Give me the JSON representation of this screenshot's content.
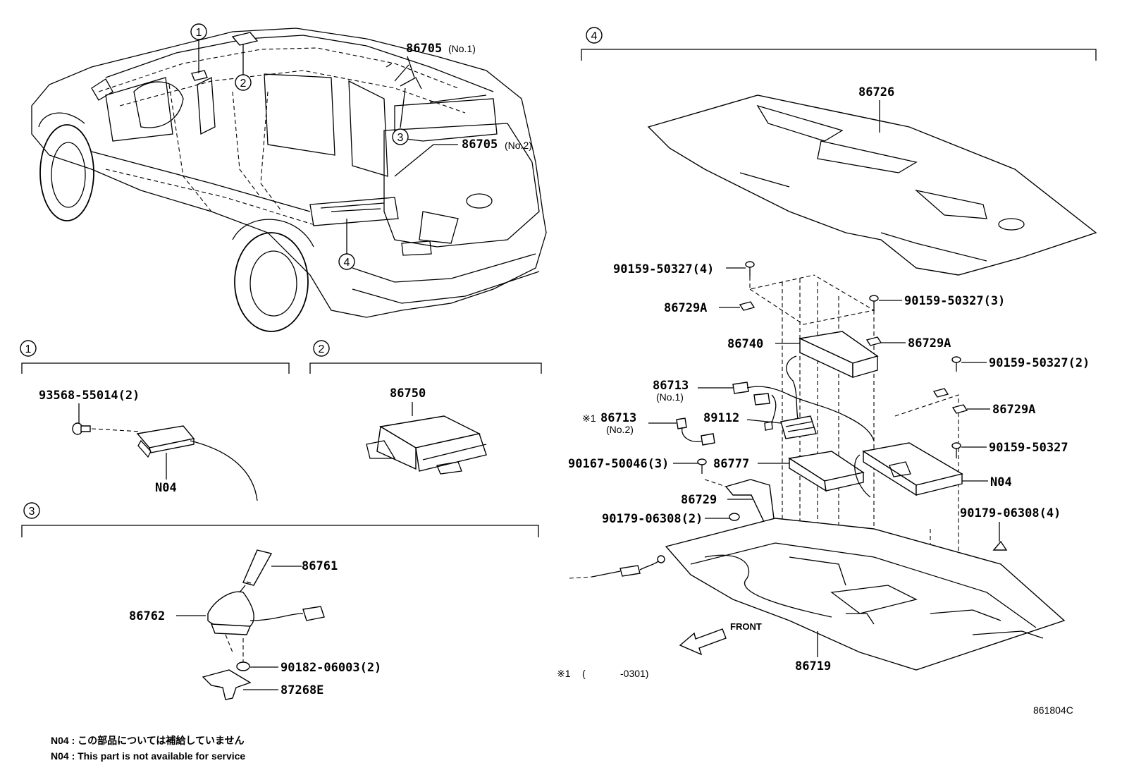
{
  "figure_code": "861804C",
  "sections": [
    {
      "id": "s1",
      "marker": "1"
    },
    {
      "id": "s2",
      "marker": "2"
    },
    {
      "id": "s3",
      "marker": "3"
    },
    {
      "id": "s4",
      "marker": "4"
    }
  ],
  "vehicle_markers": [
    "1",
    "2",
    "3",
    "4"
  ],
  "vehicle_labels": {
    "antenna_no1": {
      "part": "86705",
      "suffix": "(No.1)"
    },
    "antenna_no2": {
      "part": "86705",
      "suffix": "(No.2)"
    }
  },
  "section1": {
    "bolt": "93568-55014(2)",
    "unit": "N04"
  },
  "section2": {
    "unit": "86750"
  },
  "section3": {
    "rod": "86761",
    "base": "86762",
    "nut": "90182-06003(2)",
    "bracket": "87268E"
  },
  "section4": {
    "cover": "86726",
    "screw_4": "90159-50327(4)",
    "clip_a1": "86729A",
    "screw_3": "90159-50327(3)",
    "amp": "86740",
    "clip_a2": "86729A",
    "screw_2": "90159-50327(2)",
    "harness_no1": "86713",
    "harness_no1_suffix": "(No.1)",
    "harness_no2": "86713",
    "harness_no2_prefix": "※1",
    "harness_no2_suffix": "(No.2)",
    "connector": "89112",
    "clip_a3": "86729A",
    "screw_46": "90167-50046(3)",
    "module": "86777",
    "screw_1": "90159-50327",
    "unit": "N04",
    "clip": "86729",
    "nut_2": "90179-06308(2)",
    "nut_4": "90179-06308(4)",
    "front": "FRONT",
    "tray": "86719",
    "footnote_mark": "※1",
    "footnote_open": "(",
    "footnote_code": "-0301)"
  },
  "notes": {
    "jp": "N04 : この部品については補給していません",
    "en": "N04 : This part is not available for service"
  }
}
